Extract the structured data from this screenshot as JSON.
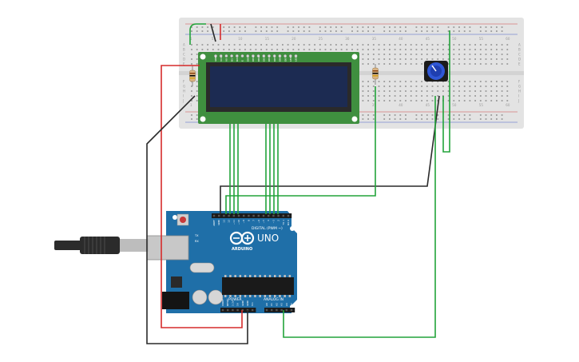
{
  "canvas": {
    "background": "#ffffff"
  },
  "breadboard": {
    "color": "#e3e3e3",
    "hole_color": "#9a9a9a",
    "rail_red": "#d24b4b",
    "rail_blue": "#4a63c9",
    "row_letters": [
      "A",
      "B",
      "C",
      "D",
      "E",
      "F",
      "G",
      "H",
      "I",
      "J"
    ],
    "column_numbers": [
      "1",
      "5",
      "10",
      "15",
      "20",
      "25",
      "30",
      "35",
      "40",
      "45",
      "50",
      "55",
      "60"
    ]
  },
  "lcd": {
    "board_color": "#3f8f3f",
    "screen_color": "#1c2b52",
    "pin_labels": [
      "GND",
      "VCC",
      "V0",
      "RS",
      "RW",
      "E",
      "DB0",
      "DB1",
      "DB2",
      "DB3",
      "DB4",
      "DB5",
      "DB6",
      "DB7",
      "LED",
      "LED"
    ]
  },
  "potentiometer": {
    "knob_color": "#2f57d6",
    "body_color": "#1b1b1b"
  },
  "arduino": {
    "board_color": "#1f6fa8",
    "brand": "ARDUINO",
    "model": "UNO",
    "digital_label": "DIGITAL (PWM ~)",
    "power_label": "POWER",
    "analog_label": "ANALOG IN",
    "digital_pins": [
      "AREF",
      "GND",
      "13",
      "12",
      "~11",
      "~10",
      "~9",
      "8",
      "7",
      "~6",
      "~5",
      "4",
      "~3",
      "2",
      "TX 1",
      "RX 0"
    ],
    "power_pins": [
      "IOREF",
      "RESET",
      "3.3V",
      "5V",
      "GND",
      "GND",
      "Vin"
    ],
    "analog_pins": [
      "A0",
      "A1",
      "A2",
      "A3",
      "A4",
      "A5"
    ],
    "tx_rx": [
      "TX",
      "RX"
    ]
  },
  "wires": {
    "red": "#d62b2b",
    "black": "#2a2a2a",
    "green": "#22a33a"
  },
  "usb_cable": {
    "color": "#2b2b2b",
    "plug_color": "#bdbdbd"
  }
}
